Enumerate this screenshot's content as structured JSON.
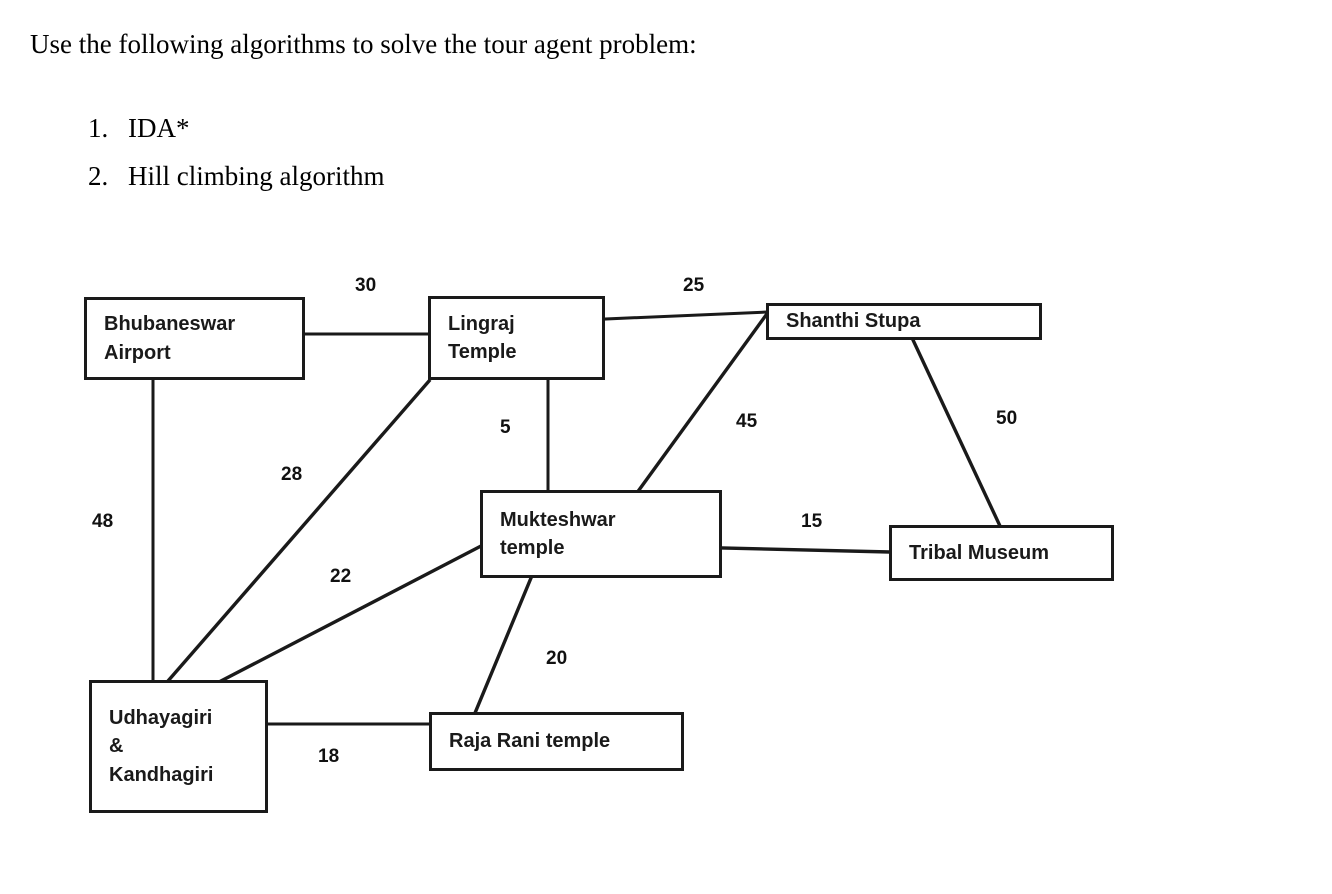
{
  "header": {
    "intro": "Use the following algorithms to solve the tour agent problem:",
    "algorithms": [
      {
        "number": "1.",
        "label": "IDA*"
      },
      {
        "number": "2.",
        "label": "Hill climbing algorithm"
      }
    ]
  },
  "graph": {
    "stroke_color": "#1a1a1a",
    "background": "#ffffff",
    "nodes": [
      {
        "id": "bhubaneswar-airport",
        "line1": "Bhubaneswar",
        "line2": "Airport",
        "line3": ""
      },
      {
        "id": "lingraj-temple",
        "line1": "Lingraj",
        "line2": "Temple",
        "line3": ""
      },
      {
        "id": "shanthi-stupa",
        "line1": "Shanthi Stupa",
        "line2": "",
        "line3": ""
      },
      {
        "id": "mukteshwar-temple",
        "line1": "Mukteshwar",
        "line2": "temple",
        "line3": ""
      },
      {
        "id": "tribal-museum",
        "line1": "Tribal Museum",
        "line2": "",
        "line3": ""
      },
      {
        "id": "udhayagiri-kandhagiri",
        "line1": "Udhayagiri",
        "line2": "&",
        "line3": "Kandhagiri"
      },
      {
        "id": "raja-rani-temple",
        "line1": "Raja Rani temple",
        "line2": "",
        "line3": ""
      }
    ],
    "edges": [
      {
        "id": "airport-lingraj",
        "from": "Bhubaneswar Airport",
        "to": "Lingraj Temple",
        "weight": "30"
      },
      {
        "id": "lingraj-shanthi",
        "from": "Lingraj Temple",
        "to": "Shanthi Stupa",
        "weight": "25"
      },
      {
        "id": "airport-udhayagiri",
        "from": "Bhubaneswar Airport",
        "to": "Udhayagiri & Kandhagiri",
        "weight": "48"
      },
      {
        "id": "lingraj-udhayagiri",
        "from": "Lingraj Temple",
        "to": "Udhayagiri & Kandhagiri",
        "weight": "28"
      },
      {
        "id": "lingraj-mukteshwar",
        "from": "Lingraj Temple",
        "to": "Mukteshwar temple",
        "weight": "5"
      },
      {
        "id": "mukteshwar-shanthi",
        "from": "Mukteshwar temple",
        "to": "Shanthi Stupa",
        "weight": "45"
      },
      {
        "id": "shanthi-tribal",
        "from": "Shanthi Stupa",
        "to": "Tribal Museum",
        "weight": "50"
      },
      {
        "id": "mukteshwar-udhayagiri",
        "from": "Mukteshwar temple",
        "to": "Udhayagiri & Kandhagiri",
        "weight": "22"
      },
      {
        "id": "mukteshwar-tribal",
        "from": "Mukteshwar temple",
        "to": "Tribal Museum",
        "weight": "15"
      },
      {
        "id": "mukteshwar-rajarani",
        "from": "Mukteshwar temple",
        "to": "Raja Rani temple",
        "weight": "20"
      },
      {
        "id": "udhayagiri-rajarani",
        "from": "Udhayagiri & Kandhagiri",
        "to": "Raja Rani temple",
        "weight": "18"
      }
    ]
  }
}
